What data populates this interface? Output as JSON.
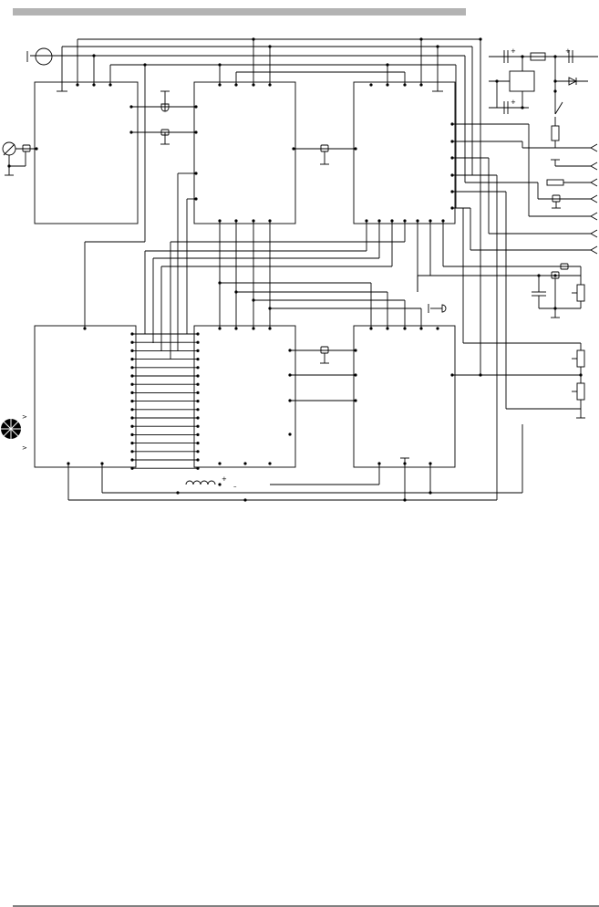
{
  "header_bar": {
    "color": "#b3b3b3"
  },
  "footer_rule": {
    "color": "#000000"
  },
  "wire_color": "#000000",
  "background": "#ffffff",
  "symbols": {
    "polarity_plus": "+",
    "polarity_minus": "–",
    "indicator_mark": ">"
  },
  "blocks": [
    {
      "id": "block-top-left"
    },
    {
      "id": "block-top-center"
    },
    {
      "id": "block-top-right"
    },
    {
      "id": "block-bottom-left"
    },
    {
      "id": "block-bottom-center"
    },
    {
      "id": "block-bottom-right"
    }
  ],
  "icons": [
    "circle-source-icon",
    "probe-sensor-icon",
    "fan-wheel-icon",
    "inductor-coil-icon",
    "diode-icon",
    "switch-icon",
    "fuse-icon",
    "capacitor-icon",
    "resistor-icon",
    "potentiometer-icon",
    "terminal-arrow-icon"
  ]
}
